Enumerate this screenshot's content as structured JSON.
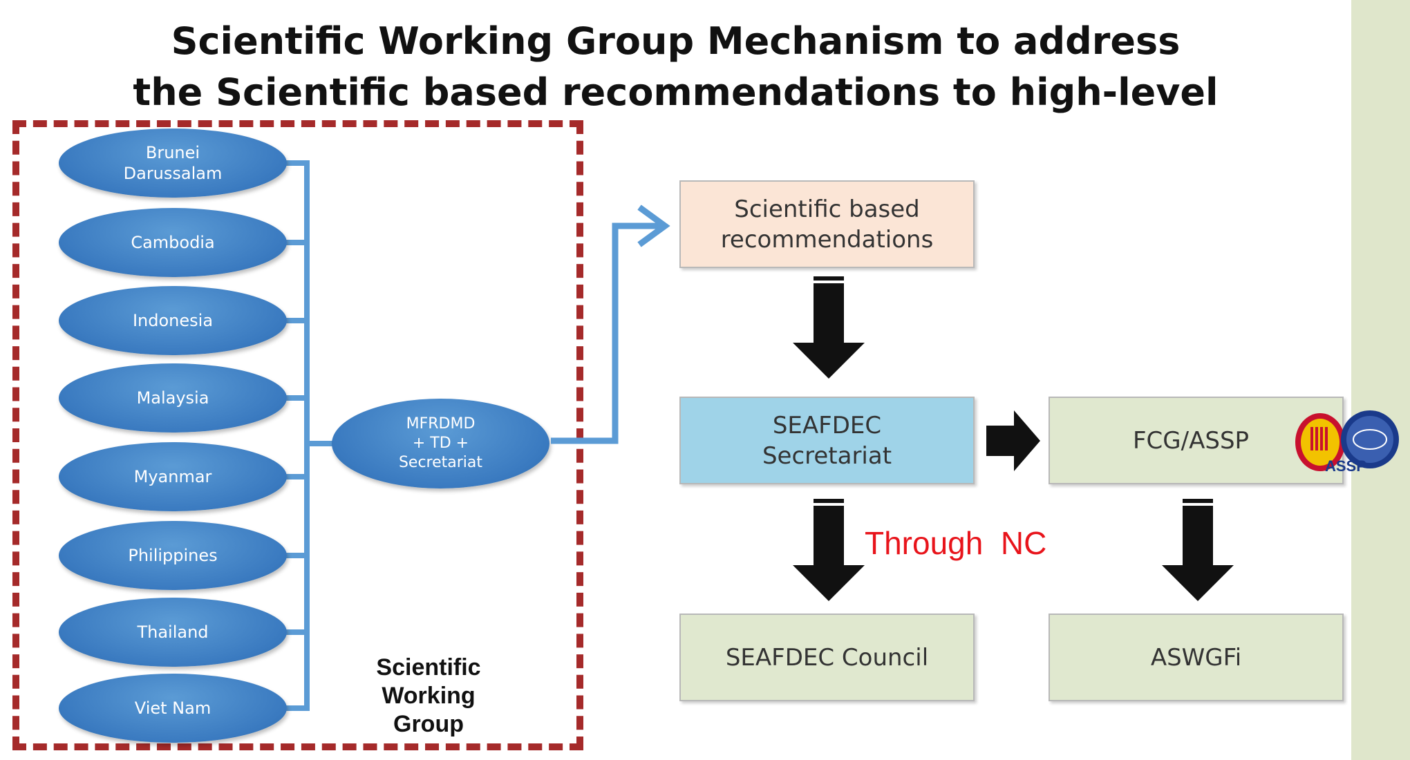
{
  "title": {
    "line1": "Scientific Working Group Mechanism to address",
    "line2": "the Scientific based recommendations to high-level"
  },
  "countries": [
    [
      "Brunei",
      "Darussalam"
    ],
    [
      "Cambodia"
    ],
    [
      "Indonesia"
    ],
    [
      "Malaysia"
    ],
    [
      "Myanmar"
    ],
    [
      "Philippines"
    ],
    [
      "Thailand"
    ],
    [
      "Viet Nam"
    ]
  ],
  "hub": {
    "line1": "MFRDMD",
    "line2": "+ TD +",
    "line3": "Secretariat"
  },
  "group_label": {
    "line1": "Scientific",
    "line2": "Working",
    "line3": "Group"
  },
  "boxes": {
    "recommendations": {
      "line1": "Scientific based",
      "line2": "recommendations"
    },
    "secretariat": {
      "line1": "SEAFDEC",
      "line2": "Secretariat"
    },
    "fcg": {
      "line1": "FCG/ASSP"
    },
    "council": {
      "line1": "SEAFDEC Council"
    },
    "aswgfi": {
      "line1": "ASWGFi"
    }
  },
  "annotation": "Through  NC",
  "logo_text": "ASSP",
  "colors": {
    "node_blue": "#3a7ac0",
    "connector_blue": "#5b9bd5",
    "dash_border": "#a52a2a",
    "annotation_red": "#e8141b",
    "recommend_fill": "#fbe5d6",
    "secretariat_fill": "#9fd3e8",
    "green_fill": "#e0e8cf"
  }
}
